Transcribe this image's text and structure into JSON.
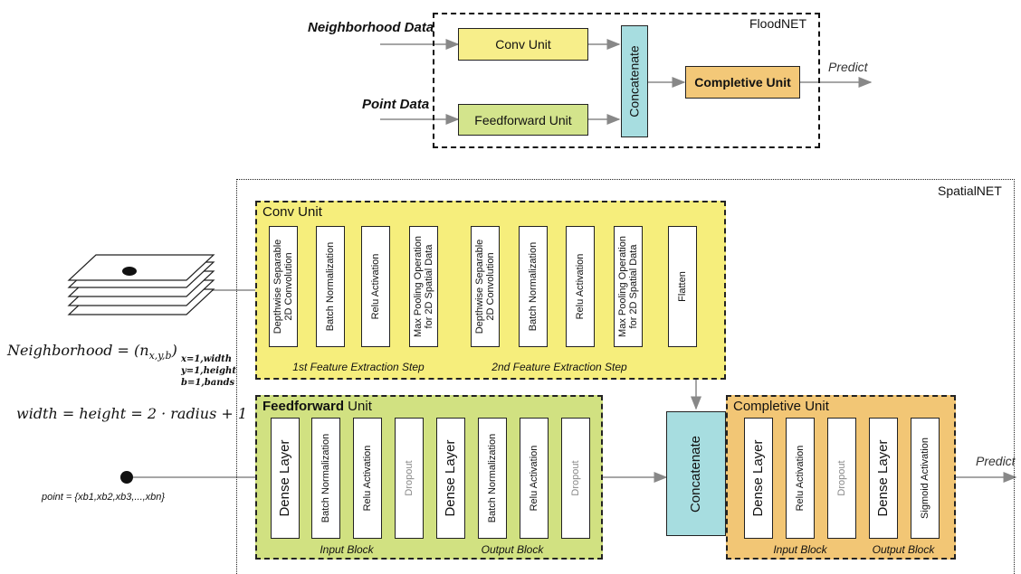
{
  "floodnet": {
    "title": "FloodNET",
    "inputs": {
      "neighborhood": "Neighborhood Data",
      "point": "Point Data"
    },
    "conv_unit": "Conv Unit",
    "feedforward_unit": "Feedforward Unit",
    "concatenate": "Concatenate",
    "completive_unit": "Completive Unit",
    "output": "Predict"
  },
  "spatialnet": {
    "title": "SpatialNET",
    "conv_unit": {
      "title": "Conv Unit",
      "layers": [
        "Depthwise Separable\n2D Convolution",
        "Batch Normalization",
        "Relu Activation",
        "Max Pooling Operation\nfor 2D Spatial Data",
        "Depthwise Separable\n2D Convolution",
        "Batch Normalization",
        "Relu Activation",
        "Max Pooling Operation\nfor 2D Spatial Data",
        "Flatten"
      ],
      "steps": [
        "1st Feature Extraction Step",
        "2nd Feature Extraction Step"
      ]
    },
    "feedforward_unit": {
      "title_a": "Feedforward",
      "title_b": " Unit",
      "layers": [
        "Dense Layer",
        "Batch Normalization",
        "Relu Activation",
        "Dropout",
        "Dense Layer",
        "Batch Normalization",
        "Relu Activation",
        "Dropout"
      ],
      "blocks": [
        "Input Block",
        "Output Block"
      ]
    },
    "concatenate": "Concatenate",
    "completive_unit": {
      "title": "Completive Unit",
      "layers": [
        "Dense Layer",
        "Relu Activation",
        "Dropout",
        "Dense Layer",
        "Sigmoid Activation"
      ],
      "blocks": [
        "Input Block",
        "Output Block"
      ]
    },
    "output": "Predict"
  },
  "formulas": {
    "neighborhood_lhs": "Neighborhood = (n",
    "neighborhood_sub": "x,y,b",
    "neighborhood_close": ")",
    "range_x": "x=1,width",
    "range_y": "y=1,height",
    "range_b": "b=1,bands",
    "size": "width = height = 2 · radius + 1",
    "point": "point = {x",
    "point_terms": "b1,xb2,xb3,...,xbn}"
  },
  "colors": {
    "yellow": "#f7ee8a",
    "green": "#d3e48c",
    "cyan": "#a7dde0",
    "orange": "#f3c878",
    "conv_bg": "#f6ee7c",
    "ff_bg": "#d1e181",
    "comp_bg": "#f2c675"
  }
}
